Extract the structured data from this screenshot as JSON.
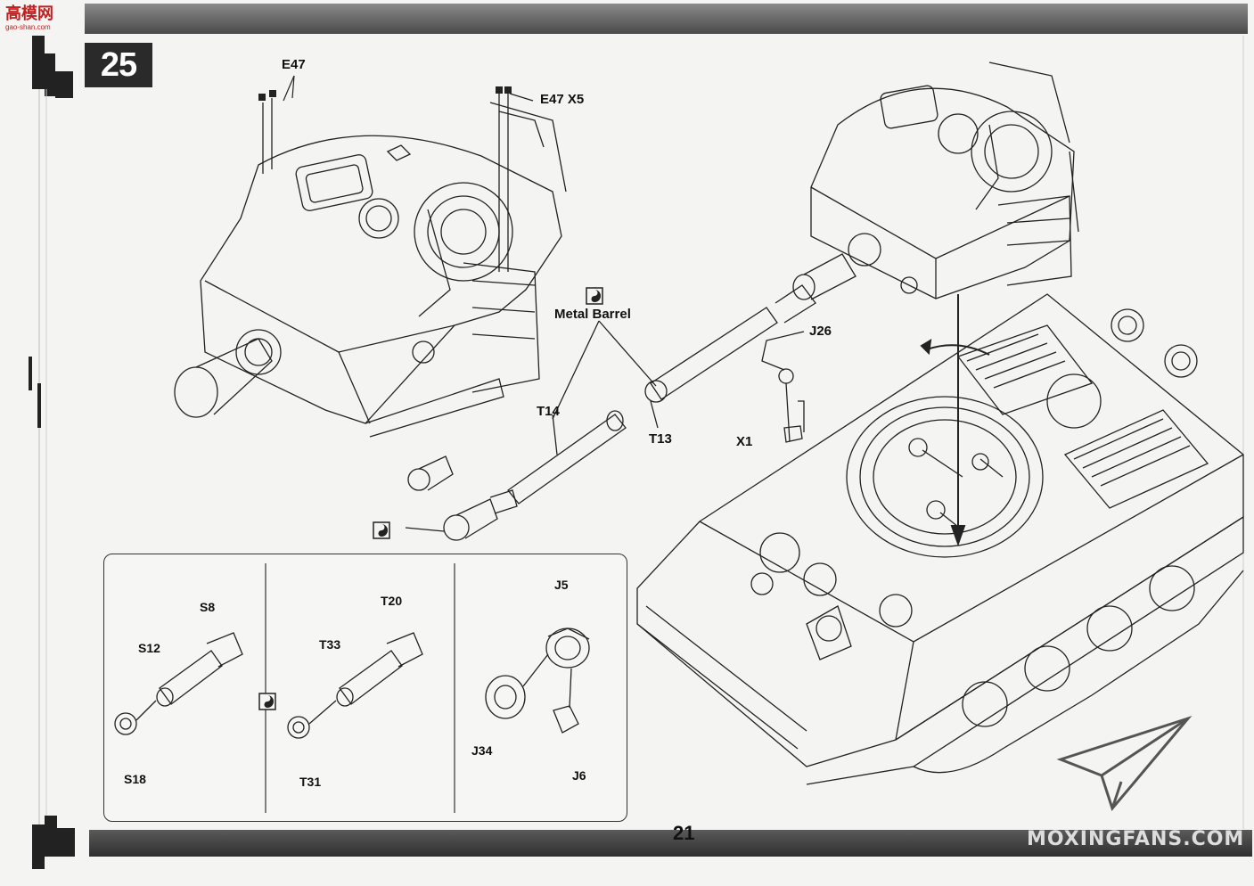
{
  "header": {
    "step_number": "25",
    "site_logo_text": "高模网",
    "site_logo_url": "gao-shan.com"
  },
  "callouts": {
    "e47": "E47",
    "e47_x5": "E47 X5",
    "metal_barrel": "Metal Barrel",
    "j26": "J26",
    "t14": "T14",
    "t13": "T13",
    "x1": "X1"
  },
  "inset": {
    "panel1": {
      "s8": "S8",
      "s12": "S12",
      "s18": "S18"
    },
    "panel2": {
      "t20": "T20",
      "t33": "T33",
      "t31": "T31"
    },
    "panel3": {
      "j5": "J5",
      "j34": "J34",
      "j6": "J6"
    }
  },
  "footer": {
    "page_number": "21",
    "watermark": "MOXINGFANS.COM"
  },
  "colors": {
    "bar_dark": "#2f2f2f",
    "line": "#222222",
    "paper": "#f4f4f2"
  },
  "icons": [
    "metal-part-icon",
    "paper-plane-logo-icon",
    "rotate-arrow-icon"
  ]
}
